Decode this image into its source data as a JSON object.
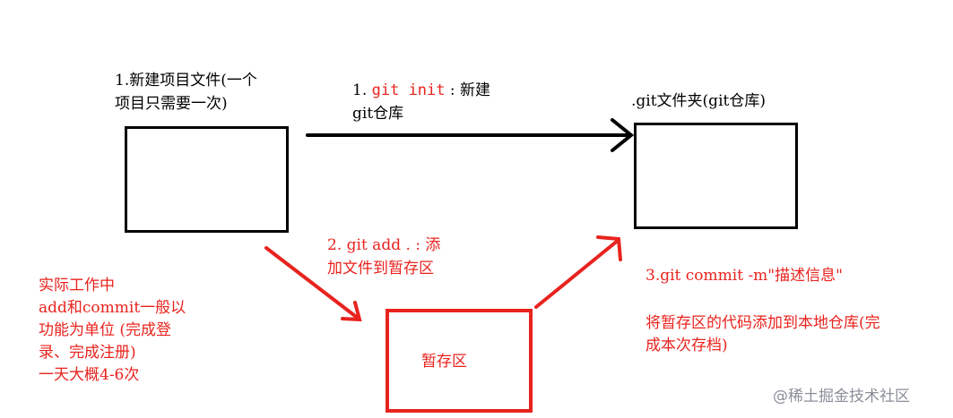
{
  "project_label": {
    "line1": "1.新建项目文件(一个",
    "line2": "项目只需要一次)"
  },
  "git_init": {
    "prefix": "1. ",
    "command": "git init",
    "suffix": " : 新建",
    "line2": "git仓库"
  },
  "repo_label": ".git文件夹(git仓库)",
  "git_add": {
    "line1": "2. git add . : 添",
    "line2": "加文件到暂存区"
  },
  "staging_box_label": "暂存区",
  "git_commit": {
    "line1": "3.git commit -m\"描述信息\"",
    "desc_line1": "将暂存区的代码添加到本地仓库(完",
    "desc_line2": "成本次存档)"
  },
  "practice_note": {
    "line1": "实际工作中",
    "line2": "add和commit一般以",
    "line3": "功能为单位  (完成登",
    "line4": "录、完成注册)",
    "line5": "一天大概4-6次"
  },
  "watermark": "@稀土掘金技术社区",
  "colors": {
    "black": "#000000",
    "red": "#e8231e",
    "watermark": "#8a8f99"
  }
}
